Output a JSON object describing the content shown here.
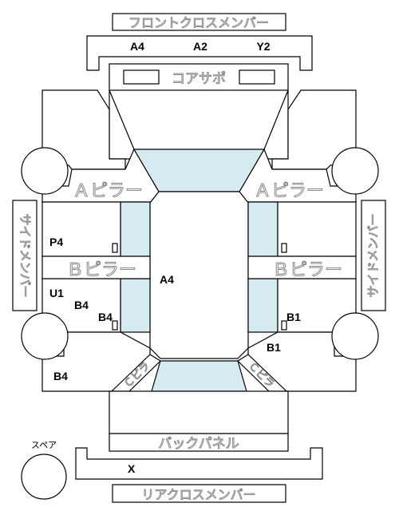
{
  "parts": {
    "front_cross_member": "フロントクロスメンバー",
    "core_support": "コアサポ",
    "a_pillar_left": "Ａピラー",
    "a_pillar_right": "Ａピラー",
    "b_pillar_left": "Ｂピラー",
    "b_pillar_right": "Ｂピラー",
    "side_member_left": "サイドメンバー",
    "side_member_right": "サイドメンバー",
    "back_panel": "バックパネル",
    "rear_cross_member": "リアクロスメンバー",
    "spare": "スペア"
  },
  "grades": {
    "front_a4": "A4",
    "front_a2": "A2",
    "front_y2": "Y2",
    "left_p4": "P4",
    "left_u1": "U1",
    "left_b4_upper": "B4",
    "left_b4_inner": "B4",
    "left_b4_lower": "B4",
    "center_a4": "A4",
    "right_b1_inner": "B1",
    "right_b1_lower": "B1",
    "rear_x": "X"
  }
}
